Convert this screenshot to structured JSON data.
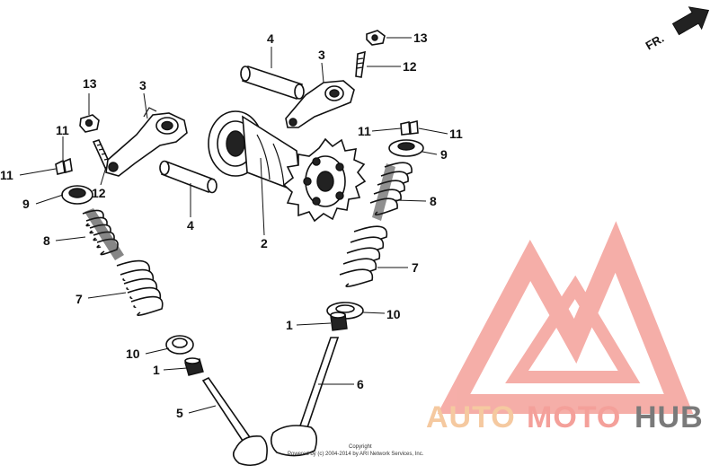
{
  "direction_marker": {
    "label": "FR."
  },
  "callouts": [
    {
      "id": "c13a",
      "label": "13"
    },
    {
      "id": "c3a",
      "label": "3"
    },
    {
      "id": "c11a",
      "label": "11"
    },
    {
      "id": "c11b",
      "label": "11"
    },
    {
      "id": "c12a",
      "label": "12"
    },
    {
      "id": "c9a",
      "label": "9"
    },
    {
      "id": "c8a",
      "label": "8"
    },
    {
      "id": "c7a",
      "label": "7"
    },
    {
      "id": "c4a",
      "label": "4"
    },
    {
      "id": "c4b",
      "label": "4"
    },
    {
      "id": "c2",
      "label": "2"
    },
    {
      "id": "c3b",
      "label": "3"
    },
    {
      "id": "c13b",
      "label": "13"
    },
    {
      "id": "c12b",
      "label": "12"
    },
    {
      "id": "c11c",
      "label": "11"
    },
    {
      "id": "c11d",
      "label": "11"
    },
    {
      "id": "c9b",
      "label": "9"
    },
    {
      "id": "c8b",
      "label": "8"
    },
    {
      "id": "c7b",
      "label": "7"
    },
    {
      "id": "c1a",
      "label": "1"
    },
    {
      "id": "c10a",
      "label": "10"
    },
    {
      "id": "c6",
      "label": "6"
    },
    {
      "id": "c10b",
      "label": "10"
    },
    {
      "id": "c1b",
      "label": "1"
    },
    {
      "id": "c5",
      "label": "5"
    }
  ],
  "watermark": {
    "brand_part1": "AUTO",
    "brand_part2": "MOTO",
    "brand_part3": "HUB",
    "color_primary": "#f4a09a",
    "color_secondary": "#f5c9a0",
    "color_dark": "#7a7a7a"
  },
  "copyright": {
    "line1": "Copyright",
    "line2": "Powered by  (c) 2004-2014 by ARI Network Services, Inc."
  }
}
